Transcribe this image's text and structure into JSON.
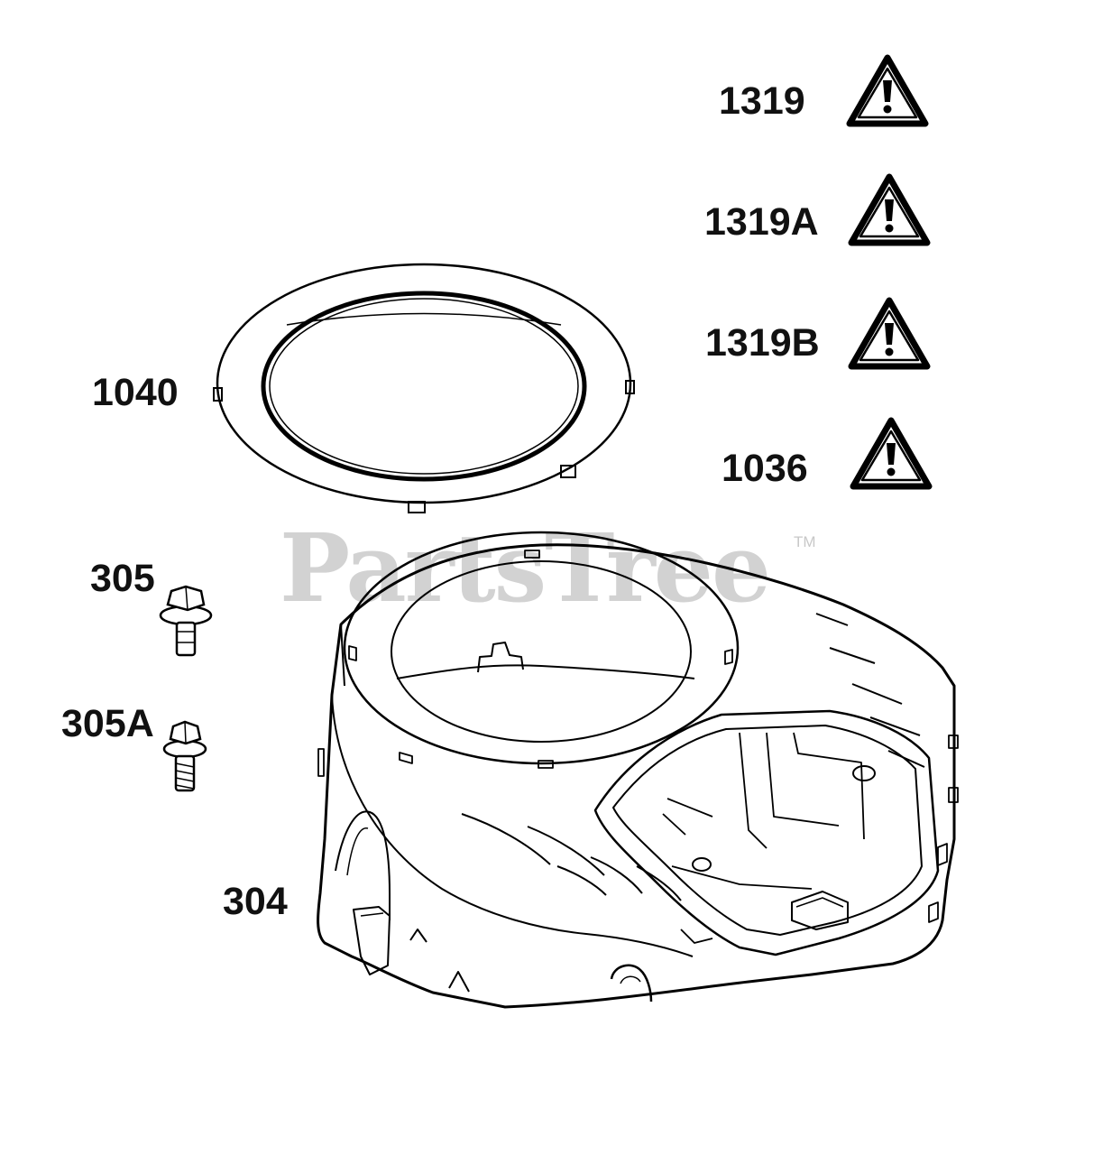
{
  "watermark": {
    "text": "PartsTree",
    "trademark": "TM",
    "color": "#d2d2d2"
  },
  "labels": {
    "p1319": "1319",
    "p1319a": "1319A",
    "p1319b": "1319B",
    "p1036": "1036",
    "p1040": "1040",
    "p305": "305",
    "p305a": "305A",
    "p304": "304"
  },
  "icons": {
    "warning": "warning-triangle-icon",
    "ring": "shroud-ring-icon",
    "bolt": "flange-bolt-icon",
    "shroud": "blower-housing-icon"
  },
  "colors": {
    "line": "#000000",
    "label": "#111111",
    "background": "#ffffff"
  }
}
